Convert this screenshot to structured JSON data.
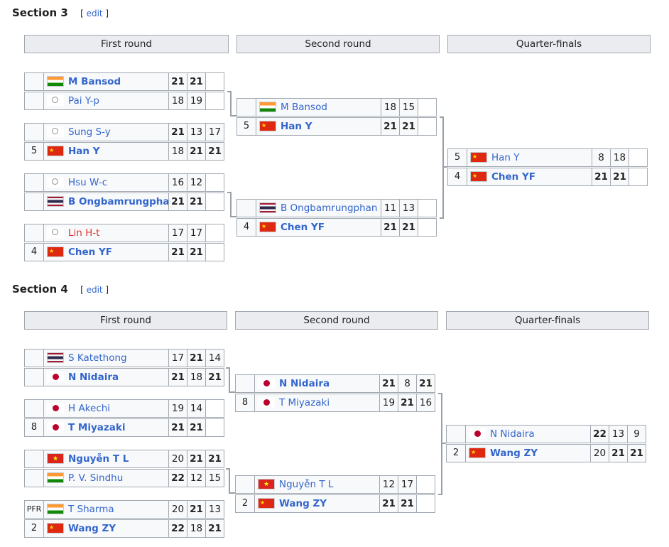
{
  "section3": {
    "title": "Section 3",
    "edit_label": "edit",
    "round_headers": [
      "First round",
      "Second round",
      "Quarter-finals"
    ],
    "first_round": [
      {
        "players": [
          {
            "seed": "",
            "flag": "india",
            "name": "M Bansod",
            "scores": [
              "21",
              "21"
            ],
            "winner": true
          },
          {
            "seed": "",
            "flag": "tpe",
            "name": "Pai Y-p",
            "scores": [
              "18",
              "19"
            ],
            "winner": false
          }
        ]
      },
      {
        "players": [
          {
            "seed": "",
            "flag": "tpe",
            "name": "Sung S-y",
            "scores": [
              "21",
              "13",
              "17"
            ],
            "winner": false
          },
          {
            "seed": "5",
            "flag": "china",
            "name": "Han Y",
            "scores": [
              "18",
              "21",
              "21"
            ],
            "winner": true
          }
        ]
      },
      {
        "players": [
          {
            "seed": "",
            "flag": "tpe",
            "name": "Hsu W-c",
            "scores": [
              "16",
              "12"
            ],
            "winner": false
          },
          {
            "seed": "",
            "flag": "thai",
            "name": "B Ongbamrungphan",
            "scores": [
              "21",
              "21"
            ],
            "winner": true
          }
        ]
      },
      {
        "players": [
          {
            "seed": "",
            "flag": "tpe",
            "name": "Lin H-t",
            "scores": [
              "17",
              "17"
            ],
            "winner": false,
            "redlink": true
          },
          {
            "seed": "4",
            "flag": "china",
            "name": "Chen YF",
            "scores": [
              "21",
              "21"
            ],
            "winner": true
          }
        ]
      }
    ],
    "second_round": [
      {
        "players": [
          {
            "seed": "",
            "flag": "india",
            "name": "M Bansod",
            "scores": [
              "18",
              "15"
            ],
            "winner": false
          },
          {
            "seed": "5",
            "flag": "china",
            "name": "Han Y",
            "scores": [
              "21",
              "21"
            ],
            "winner": true
          }
        ]
      },
      {
        "players": [
          {
            "seed": "",
            "flag": "thai",
            "name": "B Ongbamrungphan",
            "scores": [
              "11",
              "13"
            ],
            "winner": false
          },
          {
            "seed": "4",
            "flag": "china",
            "name": "Chen YF",
            "scores": [
              "21",
              "21"
            ],
            "winner": true
          }
        ]
      }
    ],
    "quarter_finals": [
      {
        "players": [
          {
            "seed": "5",
            "flag": "china",
            "name": "Han Y",
            "scores": [
              "8",
              "18"
            ],
            "winner": false
          },
          {
            "seed": "4",
            "flag": "china",
            "name": "Chen YF",
            "scores": [
              "21",
              "21"
            ],
            "winner": true
          }
        ]
      }
    ]
  },
  "section4": {
    "title": "Section 4",
    "edit_label": "edit",
    "round_headers": [
      "First round",
      "Second round",
      "Quarter-finals"
    ],
    "first_round": [
      {
        "players": [
          {
            "seed": "",
            "flag": "thai",
            "name": "S Katethong",
            "scores": [
              "17",
              "21",
              "14"
            ],
            "winner": false
          },
          {
            "seed": "",
            "flag": "japan",
            "name": "N Nidaira",
            "scores": [
              "21",
              "18",
              "21"
            ],
            "winner": true
          }
        ]
      },
      {
        "players": [
          {
            "seed": "",
            "flag": "japan",
            "name": "H Akechi",
            "scores": [
              "19",
              "14"
            ],
            "winner": false
          },
          {
            "seed": "8",
            "flag": "japan",
            "name": "T Miyazaki",
            "scores": [
              "21",
              "21"
            ],
            "winner": true
          }
        ]
      },
      {
        "players": [
          {
            "seed": "",
            "flag": "vietnam",
            "name": "Nguyễn T L",
            "scores": [
              "20",
              "21",
              "21"
            ],
            "winner": true
          },
          {
            "seed": "",
            "flag": "india",
            "name": "P. V. Sindhu",
            "scores": [
              "22",
              "12",
              "15"
            ],
            "winner": false
          }
        ]
      },
      {
        "players": [
          {
            "seed": "PFR",
            "flag": "india",
            "name": "T Sharma",
            "scores": [
              "20",
              "21",
              "13"
            ],
            "winner": false
          },
          {
            "seed": "2",
            "flag": "china",
            "name": "Wang ZY",
            "scores": [
              "22",
              "18",
              "21"
            ],
            "winner": true
          }
        ]
      }
    ],
    "second_round": [
      {
        "players": [
          {
            "seed": "",
            "flag": "japan",
            "name": "N Nidaira",
            "scores": [
              "21",
              "8",
              "21"
            ],
            "winner": true
          },
          {
            "seed": "8",
            "flag": "japan",
            "name": "T Miyazaki",
            "scores": [
              "19",
              "21",
              "16"
            ],
            "winner": false
          }
        ]
      },
      {
        "players": [
          {
            "seed": "",
            "flag": "vietnam",
            "name": "Nguyễn T L",
            "scores": [
              "12",
              "17"
            ],
            "winner": false
          },
          {
            "seed": "2",
            "flag": "china",
            "name": "Wang ZY",
            "scores": [
              "21",
              "21"
            ],
            "winner": true
          }
        ]
      }
    ],
    "quarter_finals": [
      {
        "players": [
          {
            "seed": "",
            "flag": "japan",
            "name": "N Nidaira",
            "scores": [
              "22",
              "13",
              "9"
            ],
            "winner": false
          },
          {
            "seed": "2",
            "flag": "china",
            "name": "Wang ZY",
            "scores": [
              "20",
              "21",
              "21"
            ],
            "winner": true
          }
        ]
      }
    ]
  }
}
